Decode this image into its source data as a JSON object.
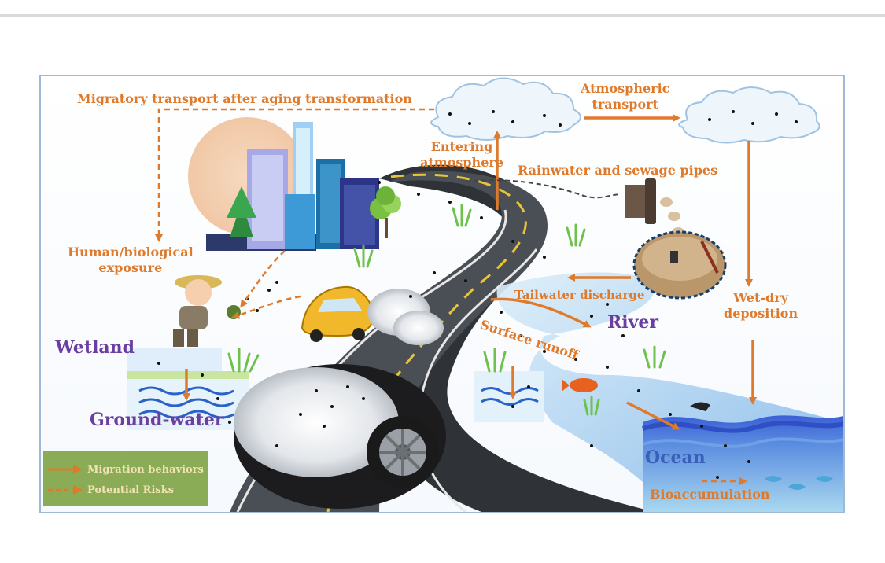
{
  "labels": {
    "migratory": "Migratory transport after aging transformation",
    "atmospheric": "Atmospheric\ntransport",
    "entering": "Entering\natmosphere",
    "rainwater": "Rainwater and sewage pipes",
    "human": "Human/biological\nexposure",
    "tailwater": "Tailwater discharge",
    "wetdry": "Wet-dry\ndeposition",
    "surface": "Surface runoff",
    "river": "River",
    "wetland": "Wetland",
    "groundwater": "Ground-water",
    "ocean": "Ocean",
    "bioaccumulation": "Bioaccumulation"
  },
  "legend": {
    "solid": "Migration behaviors",
    "dashed": "Potential Risks"
  },
  "colors": {
    "arrow": "#e07a2b",
    "process_text": "#e07a2b",
    "compartment_text": "#6a3fa0",
    "ocean_text": "#3a5fb8",
    "legend_bg": "#8bac57",
    "legend_text": "#f2e2b2",
    "frame_border": "#9fb8d6"
  },
  "icons": [
    "cloud-icon",
    "city-skyline-icon",
    "road-icon",
    "car-icon",
    "tire-icon",
    "farmer-icon",
    "sewage-pipe-icon",
    "treatment-tank-icon",
    "fish-icon",
    "grass-icon",
    "tree-icon"
  ]
}
